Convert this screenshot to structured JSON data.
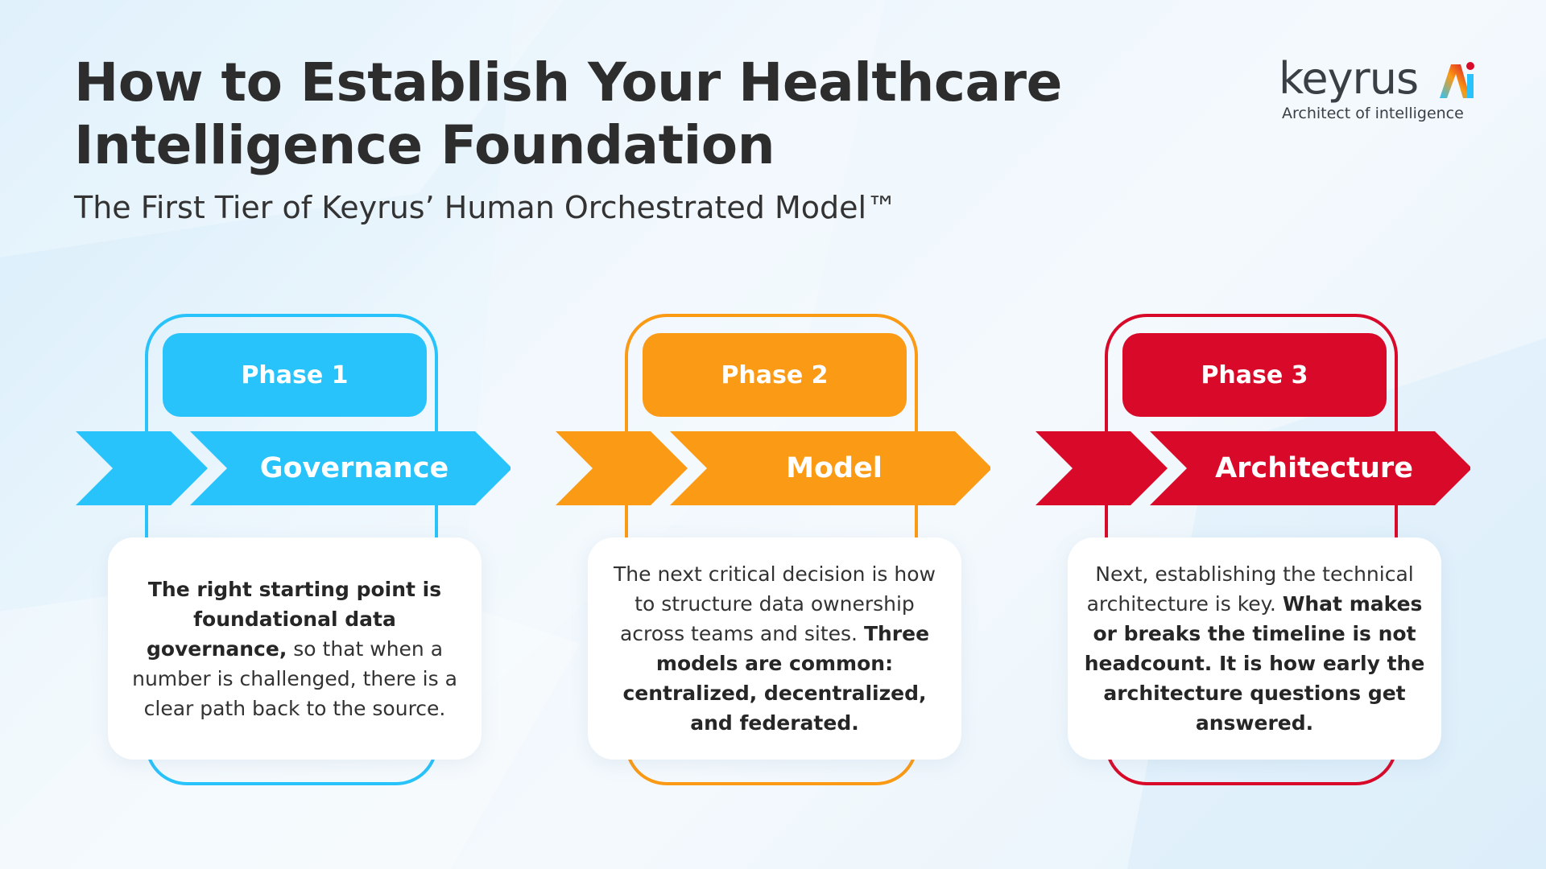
{
  "header": {
    "title_line1": "How to Establish Your Healthcare",
    "title_line2": "Intelligence Foundation",
    "subtitle": "The First Tier of Keyrus’ Human Orchestrated Model™"
  },
  "logo": {
    "wordmark": "keyrus",
    "badge": "Ai",
    "tagline": "Architect of intelligence"
  },
  "colors": {
    "phase1": "#29c3fb",
    "phase2": "#fb9a14",
    "phase3": "#d90a29"
  },
  "phases": [
    {
      "label": "Phase 1",
      "title": "Governance",
      "text_bold": "The right starting point is foundational data governance,",
      "text_regular": " so that when a number is challenged, there is a clear path back to the source."
    },
    {
      "label": "Phase 2",
      "title": "Model",
      "text_regular": "The next critical decision is how to structure data ownership across teams and sites. ",
      "text_bold": "Three models are common: centralized, decentralized, and federated."
    },
    {
      "label": "Phase 3",
      "title": "Architecture",
      "text_regular": "Next, establishing the technical architecture is key. ",
      "text_bold": "What makes or breaks the timeline is not headcount. It is how early the architecture questions get answered."
    }
  ]
}
